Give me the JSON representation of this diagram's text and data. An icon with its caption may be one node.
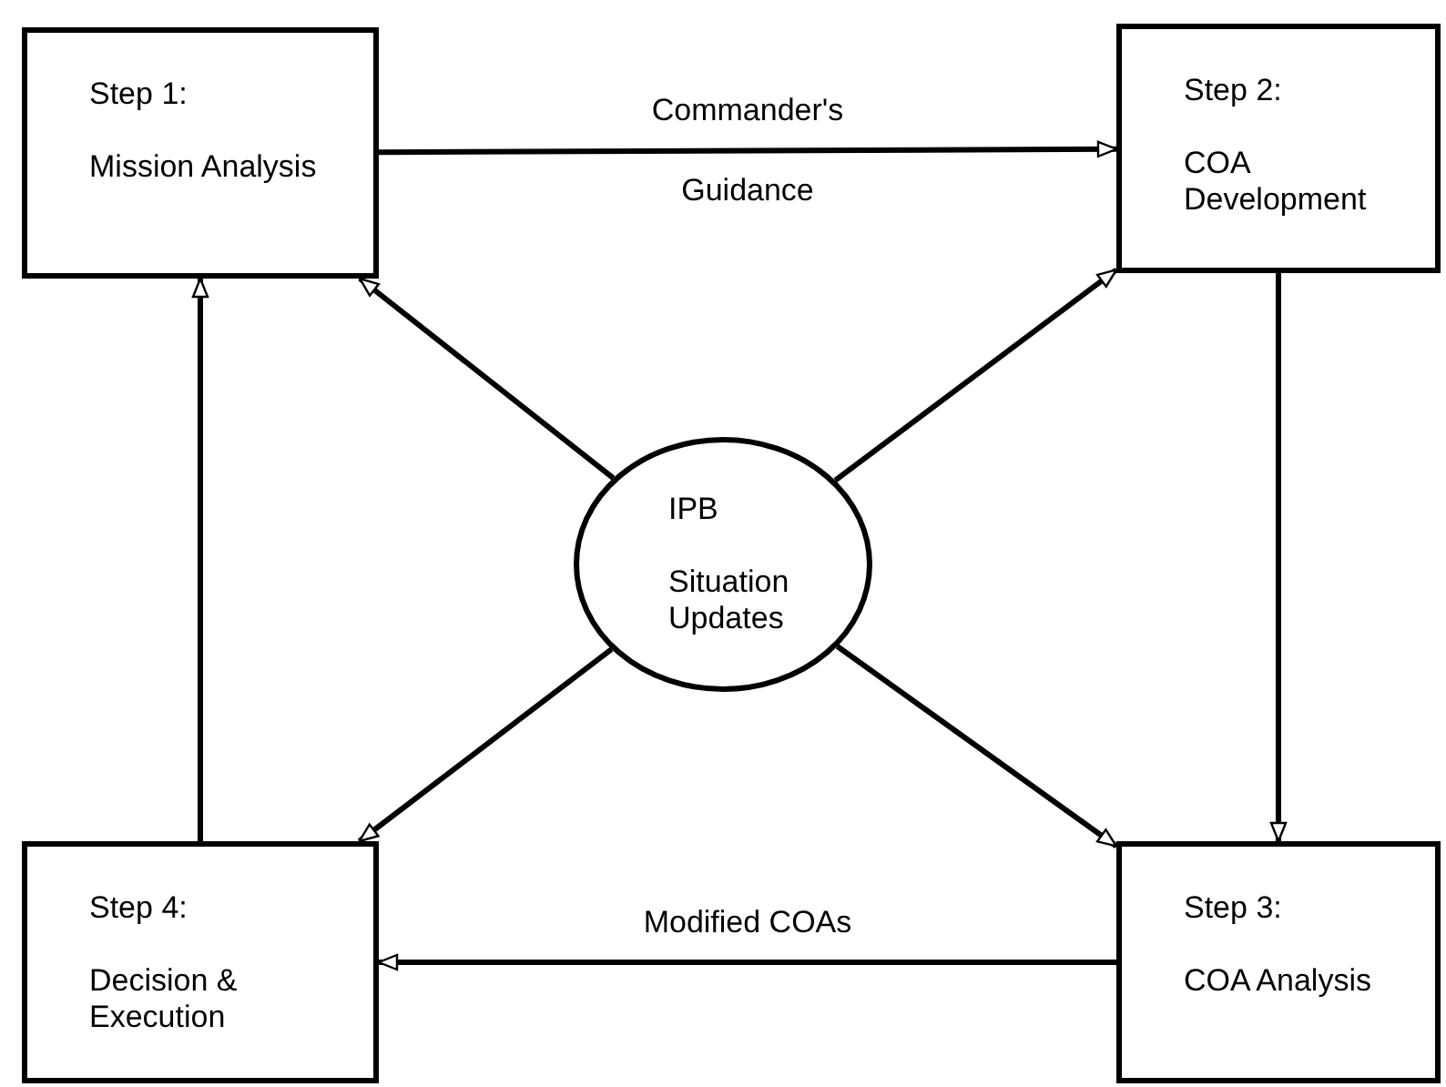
{
  "diagram": {
    "nodes": [
      {
        "text": [
          "Step 1:",
          "Mission Analysis"
        ]
      },
      {
        "text": [
          "Step 2:",
          "COA Development"
        ]
      },
      {
        "text": [
          "IPB",
          "Situation Updates"
        ]
      },
      {
        "text": [
          "Step 4:",
          "Decision & Execution"
        ]
      },
      {
        "text": [
          "Step 3:",
          "COA Analysis"
        ]
      }
    ],
    "edges": [
      {
        "from": 0,
        "to": 1,
        "arrow": "to",
        "label": "Commander's Guidance"
      },
      {
        "from": 1,
        "to": 4,
        "arrow": "to"
      },
      {
        "from": 2,
        "to": 0,
        "arrow": "to"
      },
      {
        "from": 2,
        "to": 1,
        "arrow": "to"
      },
      {
        "from": 2,
        "to": 3,
        "arrow": "to"
      },
      {
        "from": 2,
        "to": 4,
        "arrow": "to"
      },
      {
        "from": 4,
        "to": 3,
        "arrow": "to",
        "label": "Modified COAs"
      },
      {
        "from": 3,
        "to": 0,
        "arrow": "to"
      }
    ]
  }
}
